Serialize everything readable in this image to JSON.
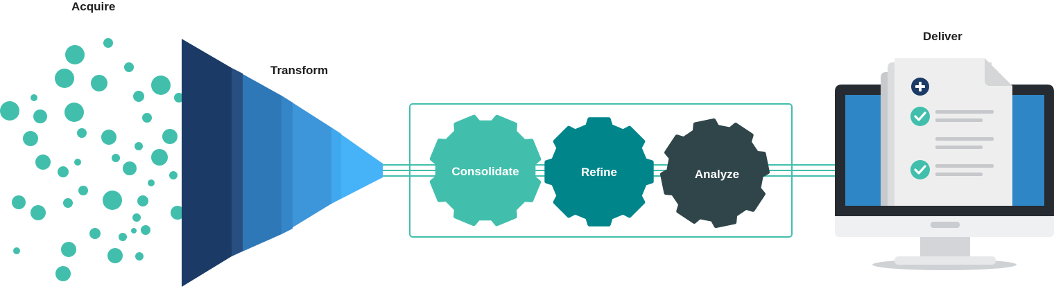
{
  "stages": {
    "acquire": "Acquire",
    "transform": "Transform",
    "deliver": "Deliver"
  },
  "gears": [
    {
      "label": "Consolidate",
      "color": "#41bfac"
    },
    {
      "label": "Refine",
      "color": "#00858a"
    },
    {
      "label": "Analyze",
      "color": "#2f4549"
    }
  ],
  "colors": {
    "dots": "#41bfac",
    "funnel_dark": "#1b3a66",
    "funnel_light": "#46b2f8",
    "process_frame": "#41bfac",
    "monitor_bezel": "#262b31",
    "monitor_screen": "#2f86c6",
    "document": "#eeeeee",
    "check": "#41bfac",
    "plus": "#1b3a66"
  },
  "icons": [
    "plus-circle-icon",
    "check-circle-icon",
    "monitor-icon",
    "document-icon",
    "gear-icon"
  ]
}
